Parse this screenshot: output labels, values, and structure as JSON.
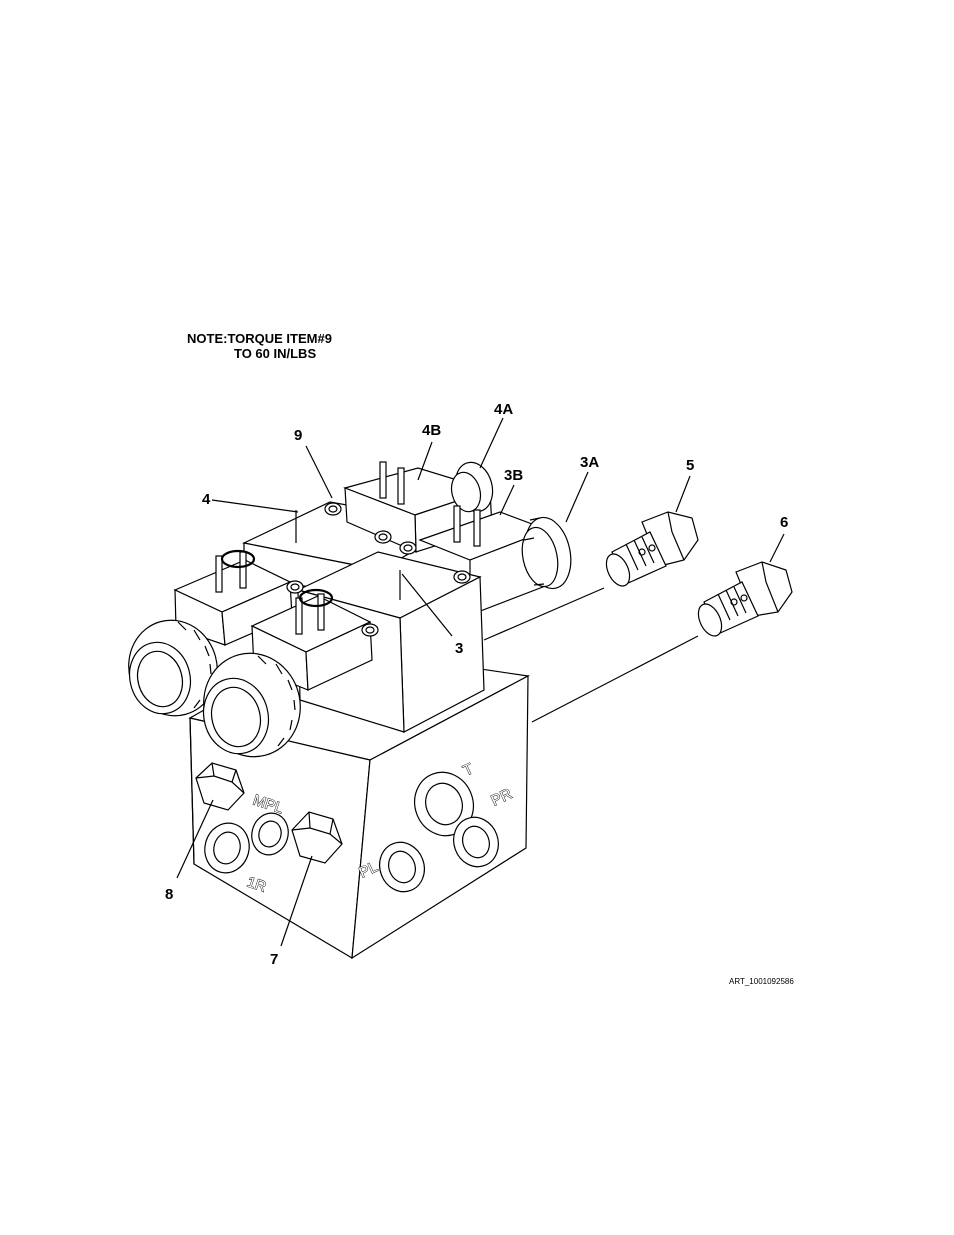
{
  "note": {
    "line1": "NOTE:TORQUE ITEM#9",
    "line2": "TO 60 IN/LBS"
  },
  "callouts": {
    "c9": "9",
    "c4": "4",
    "c4b": "4B",
    "c4a": "4A",
    "c3b": "3B",
    "c3a": "3A",
    "c5": "5",
    "c6": "6",
    "c3": "3",
    "c8": "8",
    "c7": "7"
  },
  "port_labels": {
    "t": "T",
    "pr": "PR",
    "pl": "PL",
    "mpl": "MPL",
    "r1": "1R"
  },
  "art_id": "ART_1001092586"
}
